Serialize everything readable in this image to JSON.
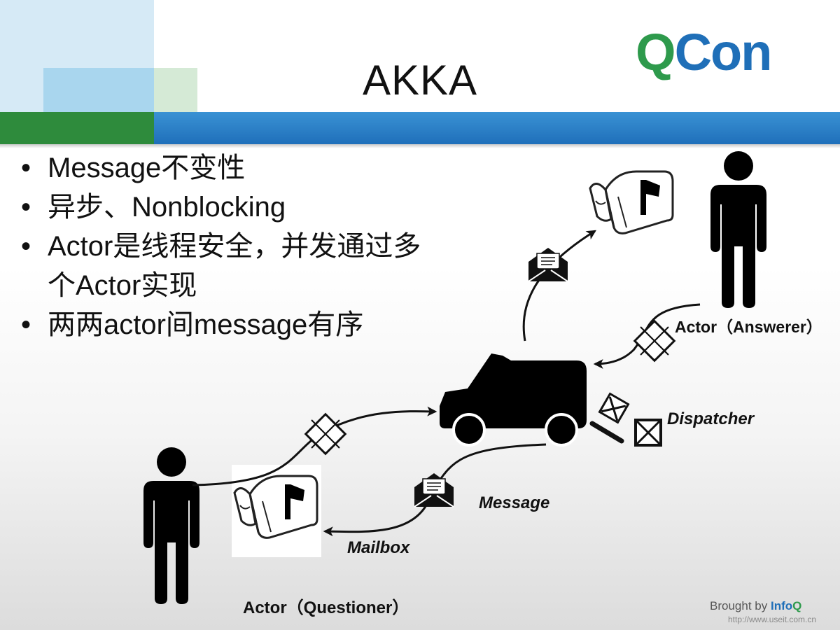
{
  "slide": {
    "title": "AKKA",
    "logo": {
      "q": "Q",
      "con": "Con"
    },
    "bullets": [
      "Message不变性",
      "异步、Nonblocking",
      "Actor是线程安全，并发通过多",
      "个Actor实现",
      "两两actor间message有序"
    ],
    "bullet_symbol": "•"
  },
  "diagram": {
    "labels": {
      "answerer": "Actor（Answerer）",
      "dispatcher": "Dispatcher",
      "message": "Message",
      "mailbox": "Mailbox",
      "questioner": "Actor（Questioner）"
    }
  },
  "footer": {
    "brought_by": "Brought by",
    "brand_info": "Info",
    "brand_q": "Q",
    "watermark": "http://www.useit.com.cn"
  },
  "colors": {
    "green": "#2e8b3c",
    "blue": "#1f6fba",
    "logo_green": "#2e9a4c",
    "logo_blue": "#1f6fb8"
  }
}
